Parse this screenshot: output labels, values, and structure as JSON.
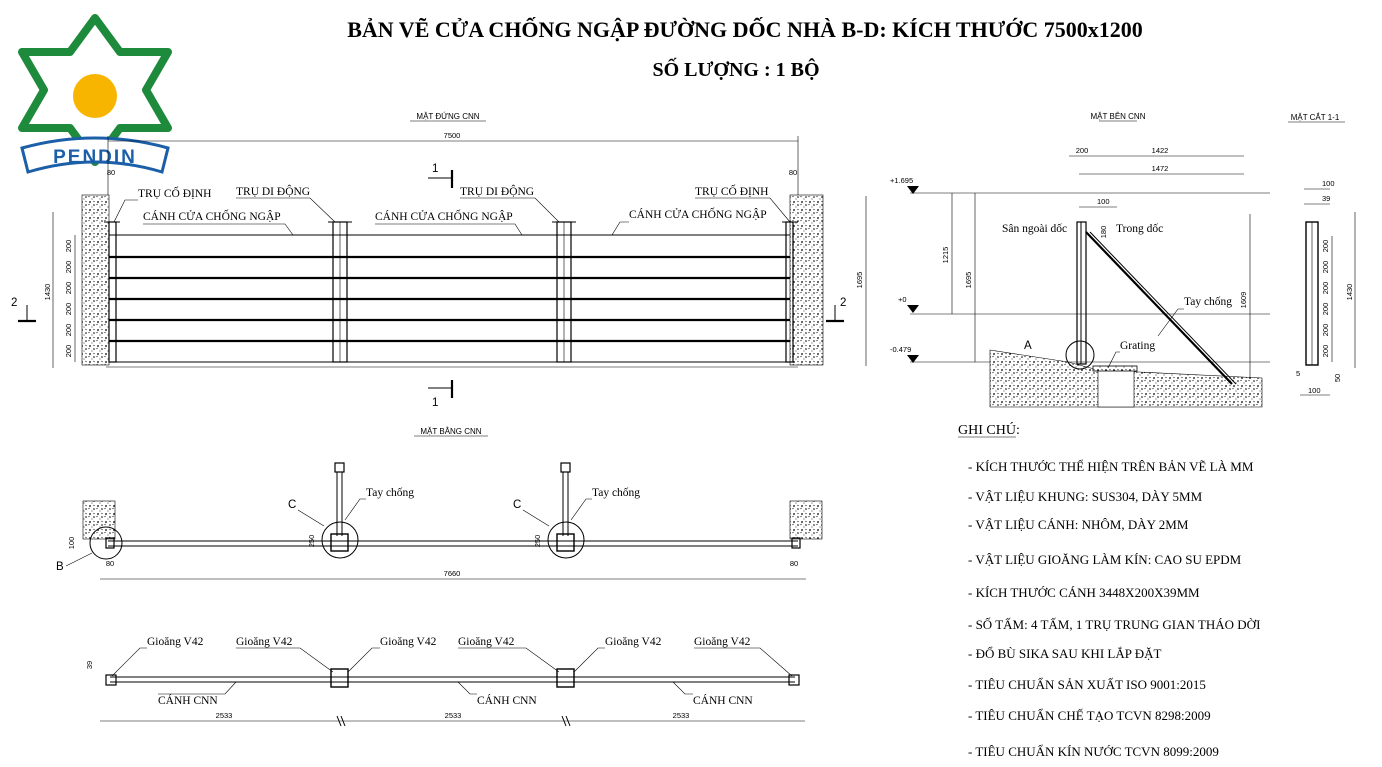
{
  "title": "BẢN VẼ CỬA CHỐNG NGẬP ĐƯỜNG DỐC NHÀ B-D: KÍCH THƯỚC 7500x1200",
  "quantity": "SỐ LƯỢNG : 1  BỘ",
  "logo_text": "PENDIN",
  "colors": {
    "logo_green": "#1e8a3c",
    "logo_sun": "#f7b500",
    "logo_blue": "#1b5fa8"
  },
  "elevation": {
    "view_title": "MẶT ĐỨNG CNN",
    "overall_width": "7500",
    "overall_height": "1430",
    "right_height": "1695",
    "post_offset": "80",
    "rows": [
      "200",
      "200",
      "200",
      "200",
      "200",
      "200"
    ],
    "section_marks": {
      "one": "1",
      "two": "2"
    },
    "labels": {
      "fixed_post": "TRỤ CỐ ĐỊNH",
      "movable_post": "TRỤ DI ĐỘNG",
      "panel": "CÁNH CỬA CHỐNG NGẬP"
    }
  },
  "side_view": {
    "view_title": "MẶT BÊN CNN",
    "dims": {
      "d200": "200",
      "d1422": "1422",
      "d1472": "1472",
      "d100": "100",
      "d180": "180",
      "d1215": "1215",
      "d1695": "1695",
      "d1609": "1609"
    },
    "levels": {
      "top": "+1.695",
      "zero": "+0",
      "bottom": "-0.479"
    },
    "labels": {
      "outside": "Sân ngoài dốc",
      "inside": "Trong dốc",
      "brace": "Tay chống",
      "grating": "Grating",
      "detail": "A"
    }
  },
  "section_view": {
    "view_title": "MẶT CẮT 1-1",
    "dims": {
      "d100": "100",
      "d39": "39",
      "d1430": "1430",
      "d5": "5",
      "d50": "50",
      "d100b": "100"
    },
    "rows": [
      "200",
      "200",
      "200",
      "200",
      "200",
      "200"
    ]
  },
  "plan": {
    "view_title": "MẶT BẰNG CNN",
    "overall": "7660",
    "dims": {
      "d100": "100",
      "d80l": "80",
      "d80r": "80",
      "d250a": "250",
      "d250b": "250"
    },
    "labels": {
      "brace": "Tay chống",
      "detail_b": "B",
      "detail_c": "C"
    }
  },
  "panel_plan": {
    "gasket": "Gioăng V42",
    "panel": "CÁNH CNN",
    "thickness": "39",
    "spans": [
      "2533",
      "2533",
      "2533"
    ]
  },
  "notes": {
    "heading": "GHI CHÚ:",
    "items": [
      "- KÍCH THƯỚC THỂ HIỆN TRÊN BẢN VẼ LÀ MM",
      "- VẬT LIỆU KHUNG: SUS304, DÀY 5MM",
      "- VẬT LIỆU CÁNH: NHÔM, DÀY 2MM",
      "- VẬT LIỆU GIOĂNG LÀM KÍN: CAO SU EPDM",
      "- KÍCH THƯỚC CÁNH 3448X200X39MM",
      "- SỐ TẤM: 4 TẤM, 1 TRỤ TRUNG GIAN THÁO DỜI",
      "- ĐỔ BÙ SIKA SAU KHI LẮP ĐẶT",
      "- TIÊU CHUẨN SẢN XUẤT ISO 9001:2015",
      "- TIÊU CHUẨN CHẾ TẠO TCVN 8298:2009",
      "- TIÊU CHUẨN KÍN NƯỚC TCVN 8099:2009"
    ]
  }
}
